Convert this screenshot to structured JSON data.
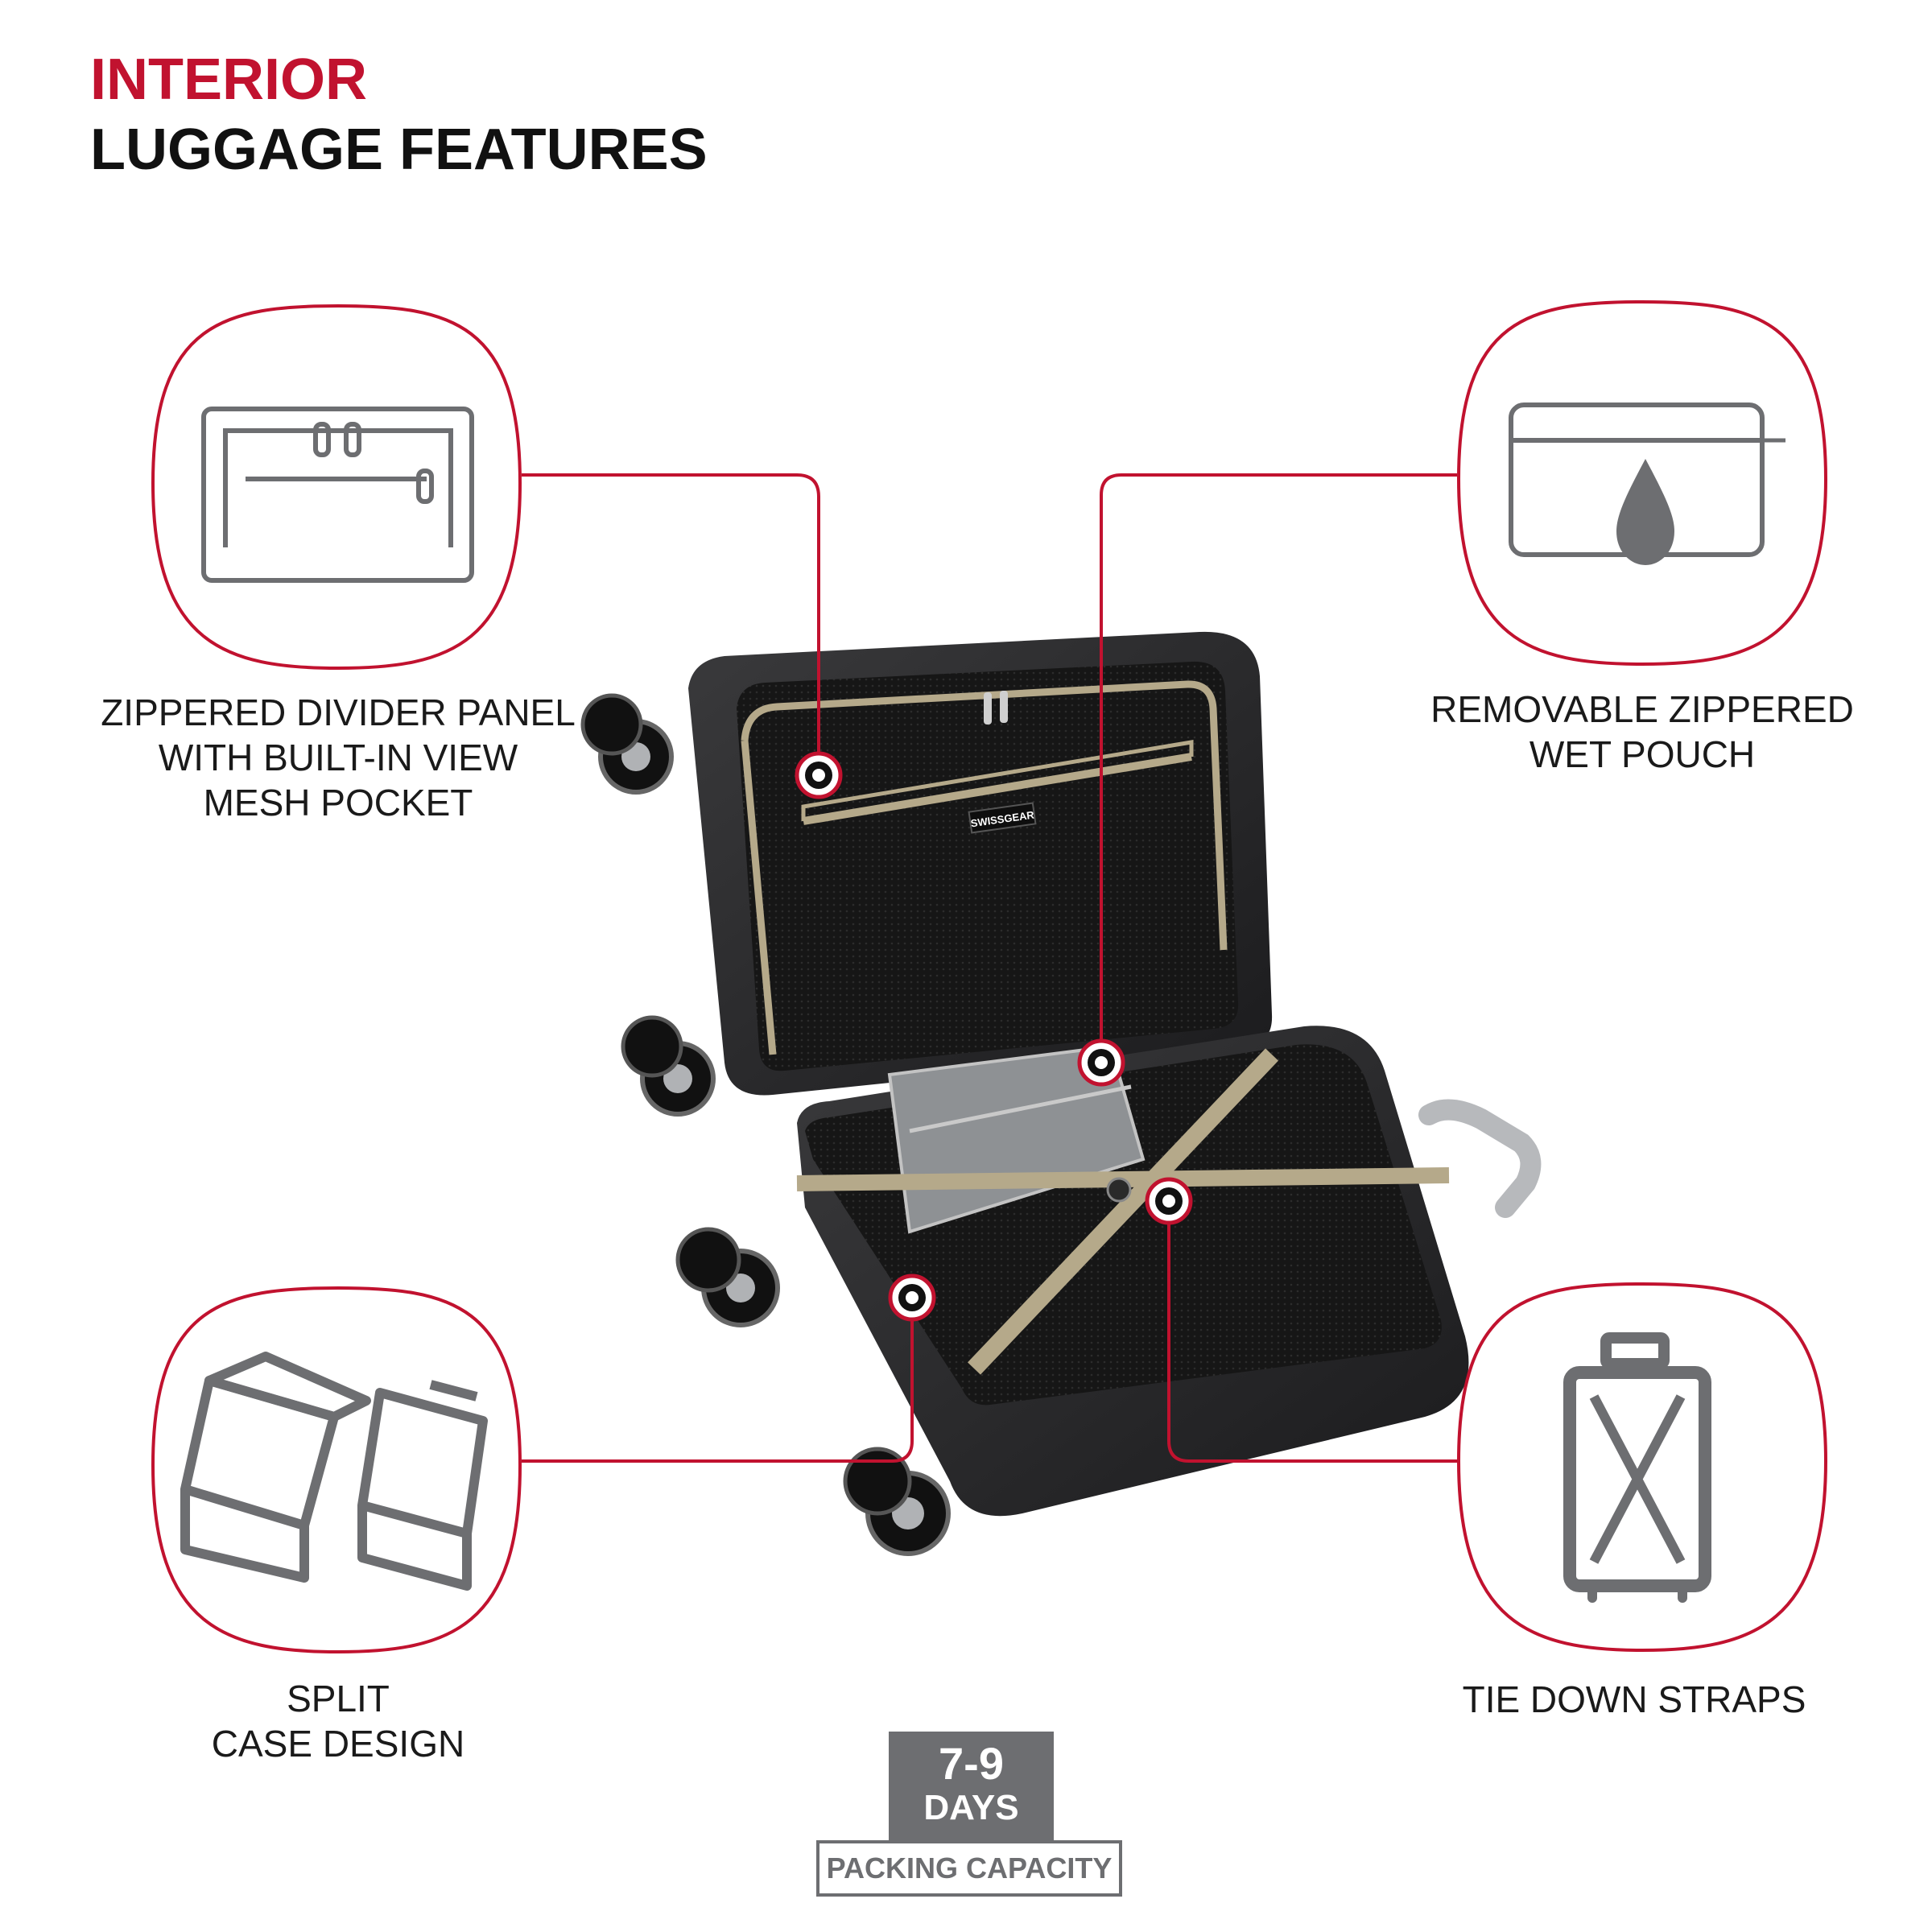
{
  "header": {
    "title_accent": "INTERIOR",
    "title_main": "LUGGAGE FEATURES"
  },
  "features": {
    "divider_panel": {
      "lines": [
        "ZIPPERED DIVIDER PANEL",
        "WITH BUILT-IN VIEW",
        "MESH POCKET"
      ],
      "icon": "zippered-panel-icon"
    },
    "wet_pouch": {
      "lines": [
        "REMOVABLE ZIPPERED",
        "WET POUCH"
      ],
      "icon": "wet-pouch-icon"
    },
    "split_case": {
      "lines": [
        "SPLIT",
        "CASE DESIGN"
      ],
      "icon": "split-case-icon"
    },
    "tie_down": {
      "lines": [
        "TIE DOWN STRAPS"
      ],
      "icon": "tie-down-straps-icon"
    }
  },
  "capacity": {
    "range": "7-9",
    "unit": "DAYS",
    "label": "PACKING CAPACITY"
  },
  "product": {
    "brand_tag": "SWISSGEAR"
  },
  "colors": {
    "accent": "#c1122f",
    "icon_gray": "#6d6e71",
    "text": "#1a1a1a"
  }
}
